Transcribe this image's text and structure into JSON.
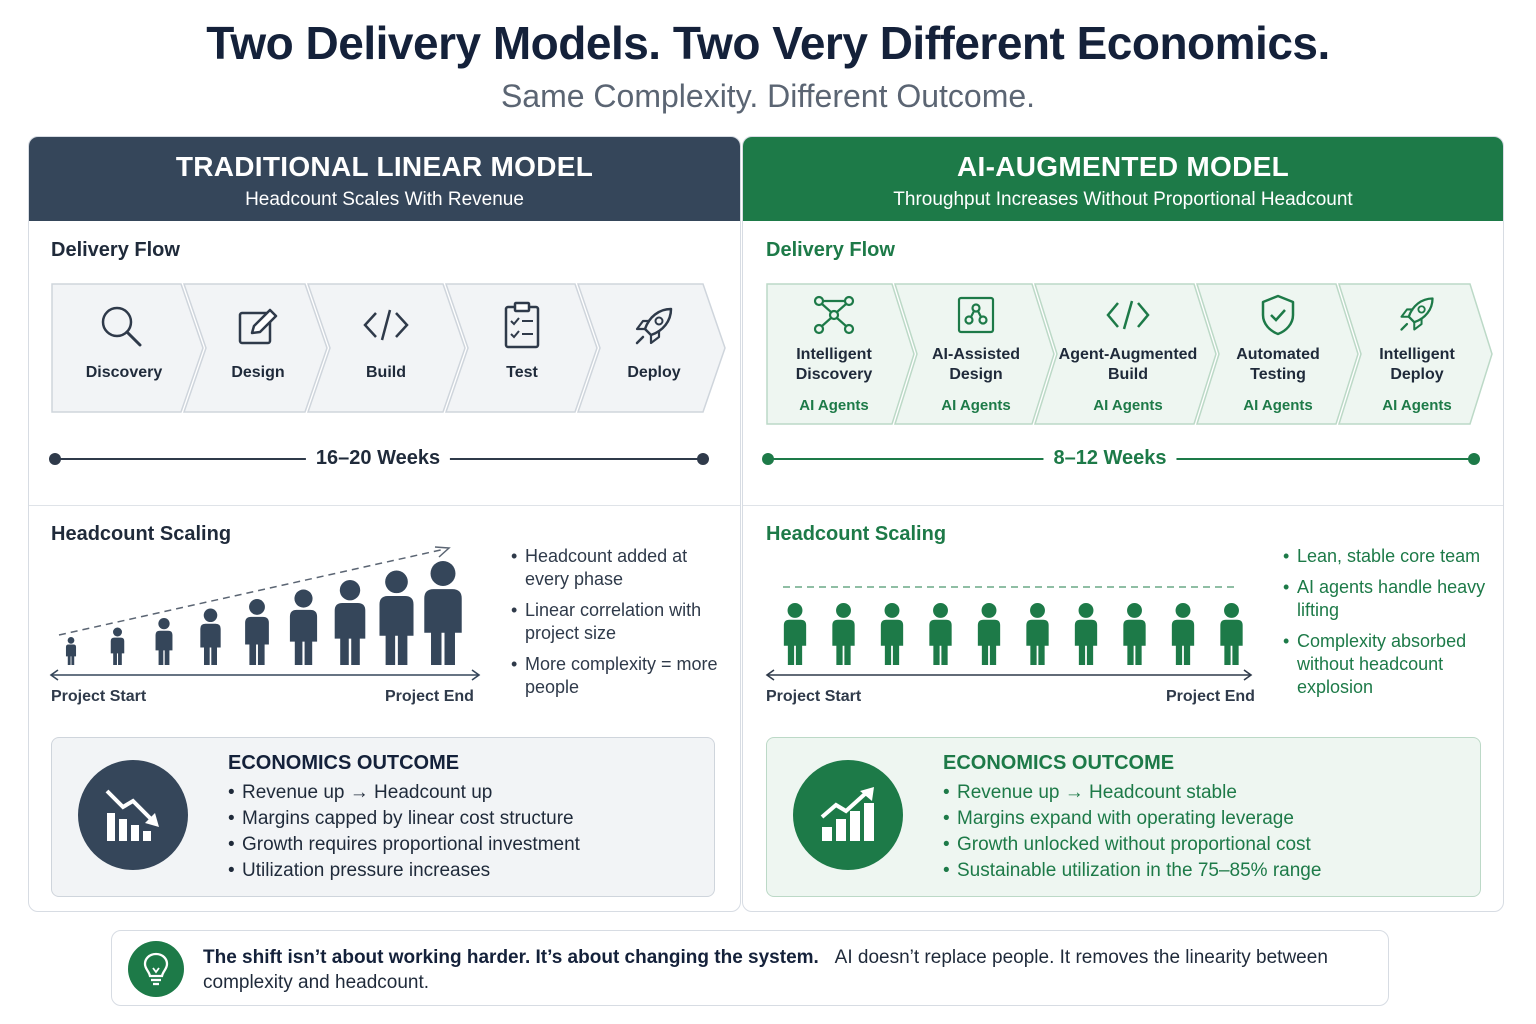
{
  "header": {
    "title": "Two Delivery Models. Two Very Different Economics.",
    "subtitle": "Same Complexity. Different Outcome."
  },
  "traditional": {
    "title": "TRADITIONAL LINEAR MODEL",
    "subtitle": "Headcount Scales With Revenue",
    "delivery_flow_title": "Delivery Flow",
    "steps": [
      {
        "label": "Discovery",
        "icon": "magnifier-icon"
      },
      {
        "label": "Design",
        "icon": "pencil-icon"
      },
      {
        "label": "Build",
        "icon": "code-icon"
      },
      {
        "label": "Test",
        "icon": "clipboard-icon"
      },
      {
        "label": "Deploy",
        "icon": "rocket-icon"
      }
    ],
    "timeline_label": "16–20 Weeks",
    "headcount_title": "Headcount Scaling",
    "axis_start": "Project Start",
    "axis_end": "Project End",
    "headcount_people_count": 9,
    "bullets": [
      "Headcount added at every phase",
      "Linear correlation with project size",
      "More complexity = more people"
    ],
    "economics_title": "ECONOMICS OUTCOME",
    "economics_items": [
      "Revenue up → Headcount up",
      "Margins capped by linear cost structure",
      "Growth requires proportional investment",
      "Utilization pressure increases"
    ],
    "economics_icon": "declining-bar-chart-icon"
  },
  "ai": {
    "title": "AI-AUGMENTED MODEL",
    "subtitle": "Throughput Increases Without Proportional Headcount",
    "delivery_flow_title": "Delivery Flow",
    "steps": [
      {
        "label": "Intelligent Discovery",
        "sub": "AI Agents",
        "icon": "network-icon"
      },
      {
        "label": "AI-Assisted Design",
        "sub": "AI Agents",
        "icon": "design-board-icon"
      },
      {
        "label": "Agent-Augmented Build",
        "sub": "AI Agents",
        "icon": "code-icon"
      },
      {
        "label": "Automated Testing",
        "sub": "AI Agents",
        "icon": "shield-check-icon"
      },
      {
        "label": "Intelligent Deploy",
        "sub": "AI Agents",
        "icon": "rocket-icon"
      }
    ],
    "timeline_label": "8–12 Weeks",
    "headcount_title": "Headcount Scaling",
    "axis_start": "Project Start",
    "axis_end": "Project End",
    "headcount_people_count": 10,
    "bullets": [
      "Lean, stable core team",
      "AI agents handle heavy lifting",
      "Complexity absorbed without headcount explosion"
    ],
    "economics_title": "ECONOMICS OUTCOME",
    "economics_items": [
      "Revenue up → Headcount stable",
      "Margins expand with operating leverage",
      "Growth unlocked without proportional cost",
      "Sustainable utilization in the 75–85% range"
    ],
    "economics_icon": "rising-bar-chart-icon"
  },
  "footer": {
    "bold": "The shift isn’t about working harder. It’s about changing the system.",
    "text": "AI doesn’t replace people. It removes the linearity between complexity and headcount.",
    "icon": "lightbulb-icon"
  },
  "colors": {
    "traditional": "#35465a",
    "ai": "#1d7a48"
  }
}
